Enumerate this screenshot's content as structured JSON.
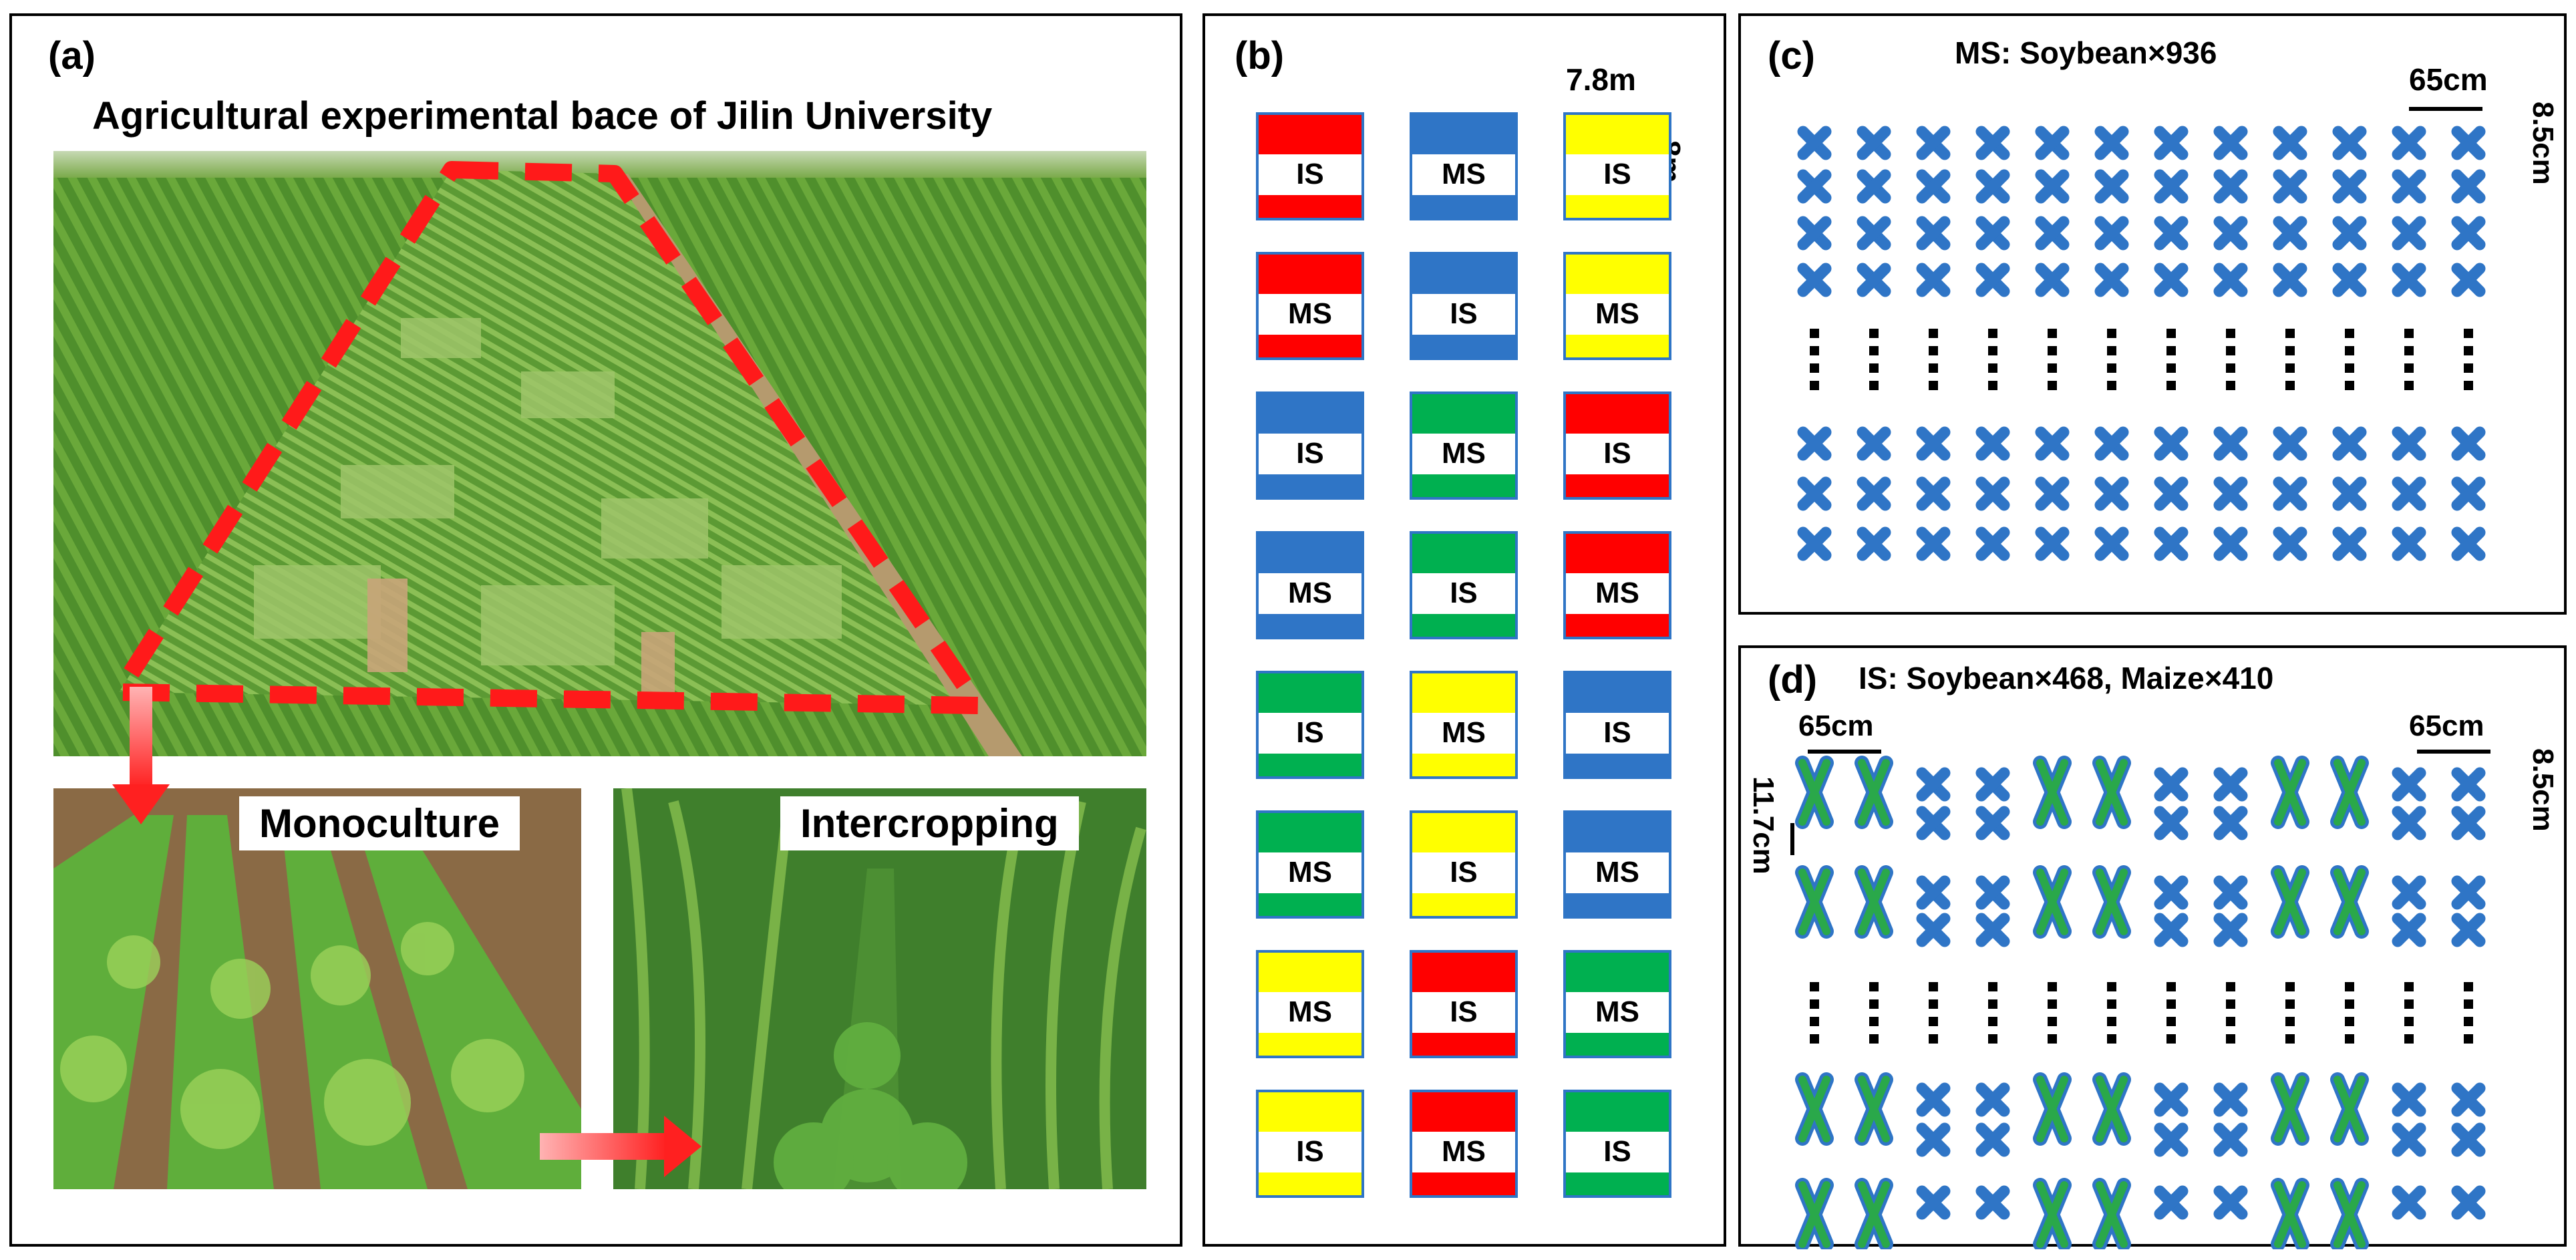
{
  "panel_a": {
    "label": "(a)",
    "title": "Agricultural experimental bace of Jilin University",
    "caption_mono": "Monoculture",
    "caption_inter": "Intercropping"
  },
  "panel_b": {
    "label": "(b)",
    "width_label": "7.8m",
    "height_label": "8m",
    "colors": {
      "red": "#ff0000",
      "blue": "#2f75c6",
      "yellow": "#ffff00",
      "green": "#00b050"
    },
    "grid": [
      [
        {
          "color": "red",
          "text": "IS"
        },
        {
          "color": "blue",
          "text": "MS"
        },
        {
          "color": "yellow",
          "text": "IS"
        }
      ],
      [
        {
          "color": "red",
          "text": "MS"
        },
        {
          "color": "blue",
          "text": "IS"
        },
        {
          "color": "yellow",
          "text": "MS"
        }
      ],
      [
        {
          "color": "blue",
          "text": "IS"
        },
        {
          "color": "green",
          "text": "MS"
        },
        {
          "color": "red",
          "text": "IS"
        }
      ],
      [
        {
          "color": "blue",
          "text": "MS"
        },
        {
          "color": "green",
          "text": "IS"
        },
        {
          "color": "red",
          "text": "MS"
        }
      ],
      [
        {
          "color": "green",
          "text": "IS"
        },
        {
          "color": "yellow",
          "text": "MS"
        },
        {
          "color": "blue",
          "text": "IS"
        }
      ],
      [
        {
          "color": "green",
          "text": "MS"
        },
        {
          "color": "yellow",
          "text": "IS"
        },
        {
          "color": "blue",
          "text": "MS"
        }
      ],
      [
        {
          "color": "yellow",
          "text": "MS"
        },
        {
          "color": "red",
          "text": "IS"
        },
        {
          "color": "green",
          "text": "MS"
        }
      ],
      [
        {
          "color": "yellow",
          "text": "IS"
        },
        {
          "color": "red",
          "text": "MS"
        },
        {
          "color": "green",
          "text": "IS"
        }
      ]
    ]
  },
  "panel_c": {
    "label": "(c)",
    "title": "MS: Soybean×936",
    "row_spacing_label": "65cm",
    "plant_spacing_label": "8.5cm",
    "soybean_color": "#2f75c6"
  },
  "panel_d": {
    "label": "(d)",
    "title": "IS: Soybean×468, Maize×410",
    "row_spacing_left_label": "65cm",
    "row_spacing_right_label": "65cm",
    "soy_spacing_label": "8.5cm",
    "maize_spacing_label": "11.7cm",
    "maize_color": "#2aa84a",
    "soybean_color": "#2f75c6"
  }
}
